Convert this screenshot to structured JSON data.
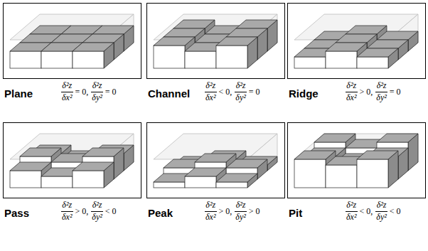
{
  "diagram": {
    "labels": [
      "Plane",
      "δ²z",
      "δx²",
      "= 0,",
      "δ²z",
      "δy²",
      "= 0",
      "Channel",
      "δ²z",
      "δx²",
      "< 0,",
      "δ²z",
      "δy²",
      "= 0",
      "Ridge",
      "δ²z",
      "δx²",
      "> 0,",
      "δ²z",
      "δy²",
      "= 0",
      "Pass",
      "δ²z",
      "δx²",
      "> 0,",
      "δ²z",
      "δy²",
      "< 0",
      "Peak",
      "δ²z",
      "δx²",
      "> 0,",
      "δ²z",
      "δy²",
      "> 0",
      "Pit",
      "δ²z",
      "δx²",
      "< 0,",
      "δ²z",
      "δy²",
      "< 0"
    ]
  }
}
